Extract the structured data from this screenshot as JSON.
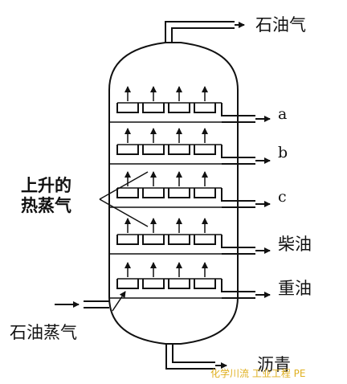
{
  "diagram": {
    "top_product": "石油气",
    "feed": "石油蒸气",
    "bottom_product": "沥青",
    "rising_vapor_label": "上升的\n热蒸气",
    "side_products": [
      "a",
      "b",
      "c",
      "柴油",
      "重油"
    ],
    "watermark": "化学川流 工业工程 PE"
  }
}
